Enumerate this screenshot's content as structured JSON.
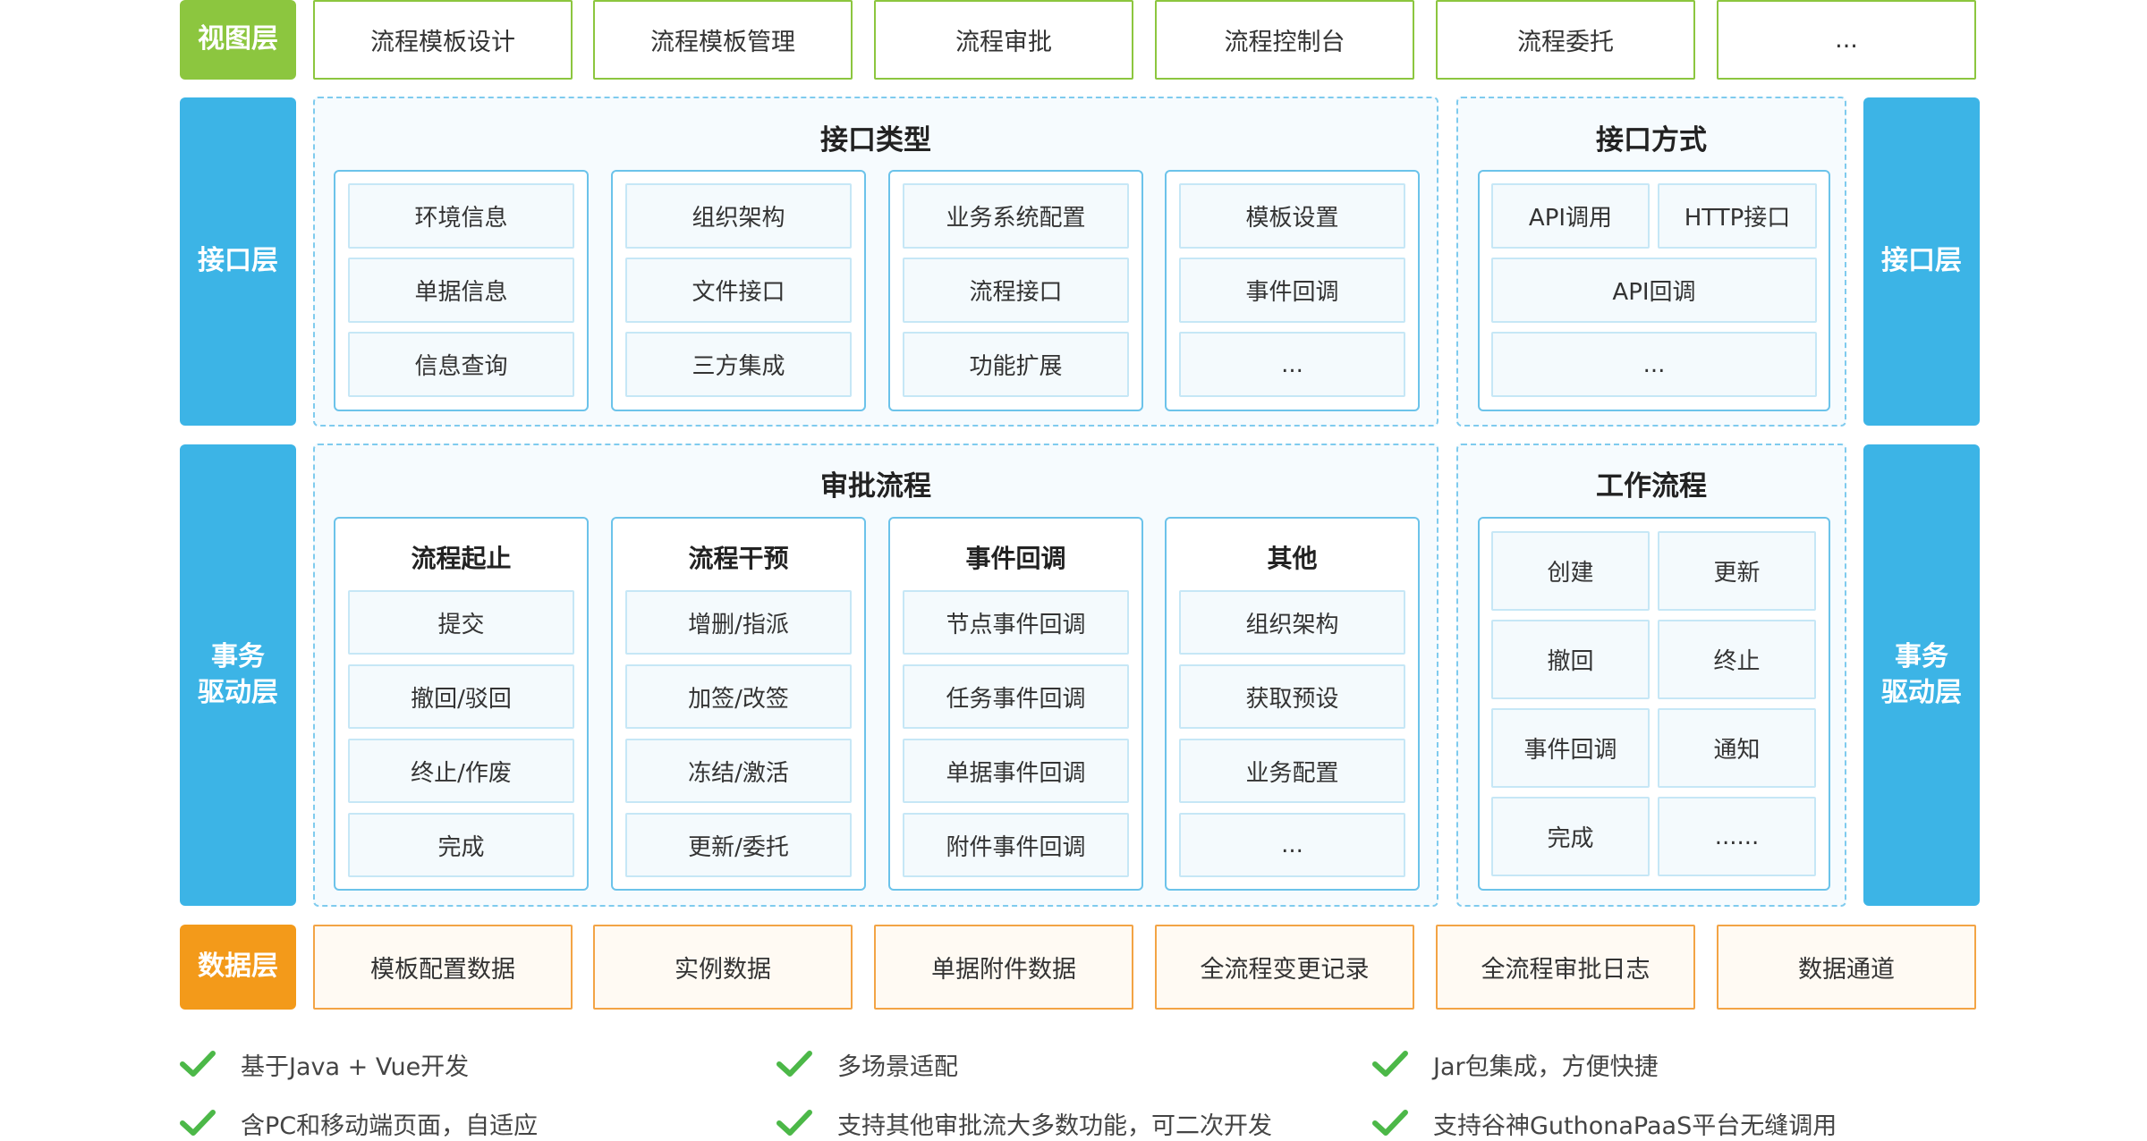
{
  "view_layer": {
    "label": "视图层",
    "items": [
      "流程模板设计",
      "流程模板管理",
      "流程审批",
      "流程控制台",
      "流程委托",
      "..."
    ]
  },
  "interface_layer": {
    "label_left": "接口层",
    "label_right": "接口层",
    "types_panel": {
      "title": "接口类型",
      "columns": [
        [
          "环境信息",
          "单据信息",
          "信息查询"
        ],
        [
          "组织架构",
          "文件接口",
          "三方集成"
        ],
        [
          "业务系统配置",
          "流程接口",
          "功能扩展"
        ],
        [
          "模板设置",
          "事件回调",
          "..."
        ]
      ]
    },
    "methods_panel": {
      "title": "接口方式",
      "row1": [
        "API调用",
        "HTTP接口"
      ],
      "row2": "API回调",
      "row3": "..."
    }
  },
  "affair_layer": {
    "label_left": "事务\n驱动层",
    "label_right": "事务\n驱动层",
    "approval_panel": {
      "title": "审批流程",
      "columns": [
        {
          "title": "流程起止",
          "items": [
            "提交",
            "撤回/驳回",
            "终止/作废",
            "完成"
          ]
        },
        {
          "title": "流程干预",
          "items": [
            "增删/指派",
            "加签/改签",
            "冻结/激活",
            "更新/委托"
          ]
        },
        {
          "title": "事件回调",
          "items": [
            "节点事件回调",
            "任务事件回调",
            "单据事件回调",
            "附件事件回调"
          ]
        },
        {
          "title": "其他",
          "items": [
            "组织架构",
            "获取预设",
            "业务配置",
            "..."
          ]
        }
      ]
    },
    "workflow_panel": {
      "title": "工作流程",
      "grid": [
        [
          "创建",
          "更新"
        ],
        [
          "撤回",
          "终止"
        ],
        [
          "事件回调",
          "通知"
        ],
        [
          "完成",
          "......"
        ]
      ]
    }
  },
  "data_layer": {
    "label": "数据层",
    "items": [
      "模板配置数据",
      "实例数据",
      "单据附件数据",
      "全流程变更记录",
      "全流程审批日志",
      "数据通道"
    ]
  },
  "features": [
    [
      "基于Java + Vue开发",
      "多场景适配",
      "Jar包集成，方便快捷"
    ],
    [
      "含PC和移动端页面，自适应",
      "支持其他审批流大多数功能，可二次开发",
      "支持谷神GuthonaPaaS平台无缝调用"
    ]
  ],
  "colors": {
    "green": "#8cc63f",
    "blue": "#3cb4e6",
    "orange": "#f39a1a",
    "check": "#4cb848"
  }
}
